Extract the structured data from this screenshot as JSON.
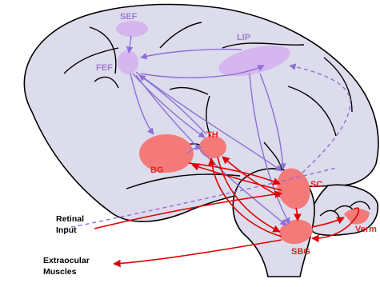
{
  "diagram": {
    "labels": {
      "sef": "SEF",
      "fef": "FEF",
      "lip": "LIP",
      "th": "TH",
      "bg": "BG",
      "sc": "SC",
      "sbg": "SBG",
      "verm": "Verm",
      "retinal_line1": "Retinal",
      "retinal_line2": "Input",
      "extra_line1": "Extraocular",
      "extra_line2": "Muscles"
    },
    "colors": {
      "brain_fill": "#dcdcec",
      "cortical_node": "#d6b6ee",
      "cortical_label": "#a07cd0",
      "cortical_arrow": "#8e6fd6",
      "subcortical_node": "#f47a7a",
      "subcortical_label": "#e62020",
      "subcortical_arrow": "#e00000",
      "outline": "#000000"
    }
  }
}
